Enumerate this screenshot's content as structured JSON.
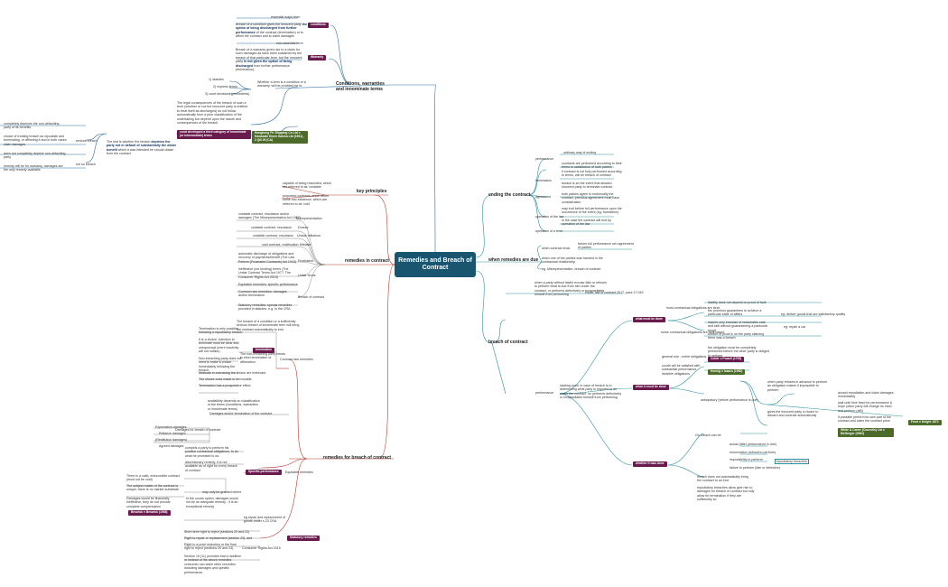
{
  "root": "Remedies and Breach of Contract",
  "colors": {
    "root": "#19556f",
    "plum": "#6a1b4d",
    "green": "#4c6a2a",
    "blue_line": "#2e6f9e",
    "red_line": "#b6392c",
    "teal_line": "#2a8fa0"
  },
  "sections": {
    "conditions_warranties": "Conditions, warranties and innominate terms",
    "key_principles": "key principles",
    "remedies_in_contract": "remedies in contract",
    "remedies_for_breach": "remedies for breach of contract",
    "ending_contract": "ending the contract",
    "remedies_due": "when remedies are due",
    "breach": "breach of contract"
  },
  "cw": {
    "essential": "essential major term",
    "conditions": "conditions",
    "cond_desc1": "Breach of a condition gives the innocent party ",
    "cond_desc2": "the option of being discharged from further performance",
    "cond_desc3": " of the contract (termination) or to affirm the contract and to claim damages",
    "non_essential": "non-essential term",
    "warranty": "Warranty",
    "war_desc1": "Breach of a warranty gives rise to a claim for such damages as have been sustained by the breach of that particular term, but the innocent party ",
    "war_desc2": "is not given the option of being discharged",
    "war_desc3": " from further performance (termination).",
    "whether": "Whether a term is a condition or a warranty, will be provided for in:",
    "statutes": "1) statutes",
    "express": "2) express terms",
    "court": "3) court decisions (precedents)",
    "legal_conseq": "The legal consequences of the breach of such a term (whether or not the innocent party is entitled to treat itself as discharged) do not follow automatically from a prior classification of the undertaking but depend upon the nature and consequences of the breach.",
    "court_third": "court developed a third category of innominate (or intermediate) terms",
    "hongkong": "Hongkong Fir Shipping Co Ltd v Kawasaki Kisen Kaisha Ltd (1961) , 2 QB 26 (CA)",
    "test": "The test is whether the breach ",
    "test_b": "deprives the party not in default of substantially the whole benefit",
    "test_c": " which it was intended he should obtain from the contract",
    "serious_breach": "serious breach",
    "not_so_breach": "not so breach",
    "completely": "completely deprives the non-defaulting party of its benefits",
    "choice": "choice of treating breach as repudiate and terminating, or affirming it and in both cases claim damages",
    "does_not": "does not completely deprive non-defaulting party",
    "remedy_war": "remedy will be for warranty, damages are the only remedy available"
  },
  "kp": {
    "capable": "capable of being rescinded, which are referred to as 'voidable'",
    "purported": "purported contracts which never came into existence, which are referred to as 'void'"
  },
  "ric": {
    "voidable_cont": "voidable contract, rescission and/or damages (The Misrepresentation Act 1967)",
    "misrep": "Misrepresentation",
    "voidable_res": "voidable contract, rescission",
    "duress": "Duress",
    "voidable_res2": "voidable contract, rescission",
    "undue": "Undue Influence",
    "void_rect": "void contract, rectification",
    "mistake": "Mistake",
    "auto_discharge": "automatic discharge of obligations and recovery of payments/benefit (The Law Reform (Frustrated Contracts) Act 1943)",
    "frustration": "Frustration",
    "ineffective": "ineffective (not binding) terms (The Unfair Contract Terms Act 1977, The Consumer Rights Act 2015)",
    "unfair": "Unfair terms",
    "equitable": "Equitable remedies: specific performance",
    "common_law": "Common law remedies: damages and/or termination",
    "breach_of_contract": "Breach of contract",
    "statutory": "Statutory remedies: special remedies provided in statutes, e.g. in the CRA"
  },
  "rfb": {
    "term_desc": "The breach of a condition or a sufficiently serious breach of innominate term will bring the contract automatically to end",
    "termination": "termination",
    "only_possible": "Termination is only possible following a repudiatory breach.",
    "choice_intention": "It is a choice. Intention to terminate must be clear and unequivocal (mere inactivity will not suffice).",
    "non_breaching": "The non-breaching party needs to elect termination or affirmation",
    "non_breaching2": "Non-breaching party does not need to make a choice immediately following the breach.",
    "methods": "Methods in exercising the choice are irrelevant.",
    "irrevocable": "The choice once made is irrevocable.",
    "prospective": "Termination has a prospective effect.",
    "common_law_rem": "Common law remedies",
    "availability": "availability depends on classification of the terms (conditions, warranties or innominate terms)",
    "expectation": "Expectation damages",
    "reliance": "Reliance damages",
    "restitution": "(Restitution damages)",
    "agreed": "Agreed damages",
    "damages_breach": "Damages for breach of contract",
    "damages_termination": "Damages and/or termination of the contract",
    "compels": "compels a party to perform his positive contractual obligations, to do what he promised to do.",
    "discretionary": "discretionary remedy, it is not available as of right for every breach of contract",
    "specific_perf": "Specific performance",
    "equitable_rem": "Equitable remedies",
    "valid": "There is a valid, enforceable contract (must not be void)",
    "may_only": "may only be granted where",
    "subject_matter": "The subject matter of the contract is unique; there is no market substitute.",
    "damages_fin": "Damages would be financially ineffective, they do not provide complete compensation",
    "courts_option": "In the courts option, damages would not be an adequate remedy - it is an exceptional remedy",
    "beswick": "Beswick v Beswick (1968)",
    "repair": "eg repair and replacement of goods under s 23 CRA",
    "short_term": "Short-term right to reject (sections 20 and 22)",
    "repair_replace": "Right to repair or replacement (section 23), and",
    "price_reduction": "Right to a price reduction or the final right to reject (sections 20 and 24).",
    "consumer_rights": "Consumer Rights Act 2015",
    "statutory_rem": "Statutory remedies",
    "section_19": "Section 19 (11) provides that in addition or instead of the above remedies consumer can claim other remedies including damages and specific performance."
  },
  "ec": {
    "ordinary": "ordinary way of ending",
    "performance": "performance",
    "contracts_perf": "contracts are performed according to their terms to satisfaction of both parties",
    "if_contract": "if contract is not fully performed according to terms, will be breach of contract",
    "termination": "termination",
    "breach_event": "breach is an the event that allowed innocent party to terminate contract",
    "both_agree": "both parties agree to end/modify the contract, previous agreement must have consideration",
    "agreement": "agreement",
    "may_end": "may end before full performance upon the occurrence of the event (eg: frustration)",
    "operation_law": "operation of the law",
    "in_case": "in the case the contract will end by operation of the law",
    "operation_term": "operation of a term"
  },
  "wrd": {
    "when_ends": "when contract ends",
    "before_full": "before full performance w/o agreement of parties",
    "when_one": "when one of the parties was harmed in the contractual relationship",
    "eg_misrep": "eg. Misrepresentation, breach of contract"
  },
  "boc": {
    "when_party": "when a party without lawful excuse fails or refuses to perform what is due from him under the contract, or performs defectively or incapacitates himself from performing",
    "ewan": "Ewan, law of contract 2017, para 17-049",
    "what_done": "what must be done",
    "most_contractual": "most contractual obligations are strict",
    "liability": "liability does not depend on proof of fault",
    "promisor": "the promisor guarantees to achieve a particular state of affairs",
    "eg_deliver": "eg: deliver goods that are satisfactory quality",
    "require_only": "require only exercise of reasonable care and skill without guaranteeing a particular result",
    "eg_repair": "eg: repair a car",
    "some_contractual": "some contractual obligations are fault based",
    "burden": "burden of proof is on the party claiming there was a breach",
    "obligation_perf": "the obligation must be completely performed before the other party is obliged to perform",
    "general_rule": "general rule - entire obligations",
    "cutter": "Cutter v Powell (1795)",
    "when_done": "when it must be done",
    "courts_satisfied": "courts will be satisfied with substantial performance - divisible obligations",
    "hoenig": "Hoenig v Isaacs (1952)",
    "starting_point": "starting point: in case of breach is to determining what party is required to do under the contract, on performs defectively or incapacitates himself from performing",
    "performance": "performance",
    "when_party2": "when party refuses in advance to perform an obligation makes it impossible to perform",
    "anticipatory": "anticipatory (before performance is due)",
    "accept_rep": "accept repudiation and claim damages immediately",
    "wait_time": "wait until time fixed for performance & hope (other party will change its mind and perform (aff))",
    "gives_innocent": "gives the innocent party a choice to discard and contract automatically",
    "if_possible": "If possible perform its own part of the contract and claim the contract price.",
    "frost": "Frost v Knight 1872",
    "white_carter": "White & Carter (Councils) Ltd v McGregor (1962)",
    "on_breach": "On breach can be",
    "actual": "actual (after performance is due)",
    "renunciation": "renunciation (refusal to perform)",
    "impossibility": "impossibility to perform",
    "repudiatory": "repudiatory breaches",
    "failure": "failure to perform (late or defective)",
    "whether_done": "whether it was done",
    "breach_doesnt": "breach does not automatically bring the contract to an end",
    "repudiatory_breaches": "repudiatory breaches allow give rise to damages for breach of contract but only allow for termination if they are sufficiently so"
  }
}
